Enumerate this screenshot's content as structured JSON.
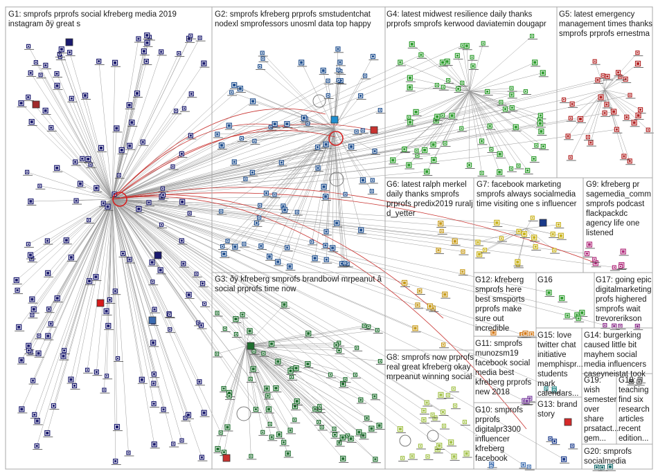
{
  "groups": [
    {
      "id": "g1",
      "lines": [
        "G1: smprofs prprofs social kfreberg media 2019",
        "instagram ðÿ great s"
      ],
      "color": "#1a1a6e"
    },
    {
      "id": "g2",
      "lines": [
        "G2: smprofs kfreberg prprofs smstudentchat",
        "nodexl smprofessors unosml data top happy"
      ],
      "color": "#1f4f8f"
    },
    {
      "id": "g3",
      "lines": [
        "G3: ðÿ kfreberg smprofs brandbowl mrpeanut â",
        "social prprofs time now"
      ],
      "color": "#1e6e2e"
    },
    {
      "id": "g4",
      "lines": [
        "G4: latest midwest resilience daily thanks",
        "prprofs smprofs kerwood daviatemin dougapr"
      ],
      "color": "#2c9c2c"
    },
    {
      "id": "g5",
      "lines": [
        "G5: latest emergency",
        "management times thanks",
        "smprofs prprofs ernestma"
      ],
      "color": "#b32525"
    },
    {
      "id": "g6",
      "lines": [
        "G6: latest ralph merkel",
        "daily thanks smprofs",
        "prprofs predix2019 ruralj",
        "d_yetter"
      ],
      "color": "#c79a1a"
    },
    {
      "id": "g7",
      "lines": [
        "G7: facebook marketing",
        "smprofs always socialmedia",
        "time visiting one s influencer"
      ],
      "color": "#c9b21a"
    },
    {
      "id": "g8",
      "lines": [
        "G8: smprofs now prprofs",
        "real great kfreberg okay",
        "mrpeanut winning social"
      ],
      "color": "#a3c24a"
    },
    {
      "id": "g9",
      "lines": [
        "G9: kfreberg pr",
        "sagemedia_comm",
        "smprofs podcast",
        "flackpackdc",
        "agency life one",
        "listened"
      ],
      "color": "#b02a7a"
    },
    {
      "id": "g10",
      "lines": [
        "G10: smprofs",
        "prprofs",
        "digitalpr3300",
        "influencer",
        "kfreberg",
        "facebook"
      ],
      "color": "#3f6fb0"
    },
    {
      "id": "g11",
      "lines": [
        "G11: smprofs",
        "munozsm19",
        "facebook social",
        "media best",
        "kfreberg prprofs",
        "new 2018"
      ],
      "color": "#7a3fa0"
    },
    {
      "id": "g12",
      "lines": [
        "G12: kfreberg",
        "smprofs here",
        "best smsports",
        "prprofs make",
        "sure out",
        "incredible"
      ],
      "color": "#d47a1a"
    },
    {
      "id": "g13",
      "lines": [
        "G13: brand",
        "story"
      ],
      "color": "#1a3a8a"
    },
    {
      "id": "g14",
      "lines": [
        "G14: burgerking",
        "caused little bit",
        "mayhem social",
        "media influencers",
        "caseyneistat took"
      ],
      "color": "#5a5a5a"
    },
    {
      "id": "g15",
      "lines": [
        "G15: love",
        "twitter chat",
        "initiative",
        "memphispr...",
        "students",
        "mark",
        "calendars..."
      ],
      "color": "#2a8a8a"
    },
    {
      "id": "g16",
      "lines": [
        "G16"
      ],
      "color": "#2c9c2c"
    },
    {
      "id": "g17",
      "lines": [
        "G17: going epic",
        "digitalmarketing",
        "profs highered",
        "smprofs wait",
        "trevorerikson"
      ],
      "color": "#8a2a8a"
    },
    {
      "id": "g18",
      "lines": [
        "G18:",
        "teaching",
        "find six",
        "research",
        "articles",
        "recent",
        "edition..."
      ],
      "color": "#6a6a6a"
    },
    {
      "id": "g19",
      "lines": [
        "G19:",
        "wish",
        "semester",
        "over",
        "share",
        "prsatact...",
        "gem..."
      ],
      "color": "#c9a21a"
    },
    {
      "id": "g20",
      "lines": [
        "G20: smprofs",
        "socialmedia"
      ],
      "color": "#1a6e6e"
    }
  ]
}
